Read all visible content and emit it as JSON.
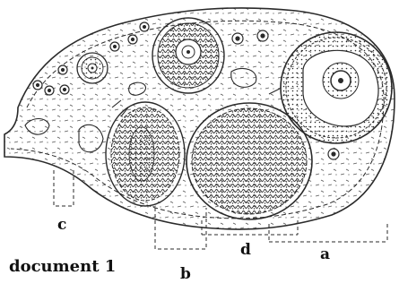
{
  "figure": {
    "title": "document 1",
    "labels": {
      "a": "a",
      "b": "b",
      "c": "c",
      "d": "d"
    },
    "ink_color": "#2a2a2a",
    "background_color": "#ffffff"
  }
}
